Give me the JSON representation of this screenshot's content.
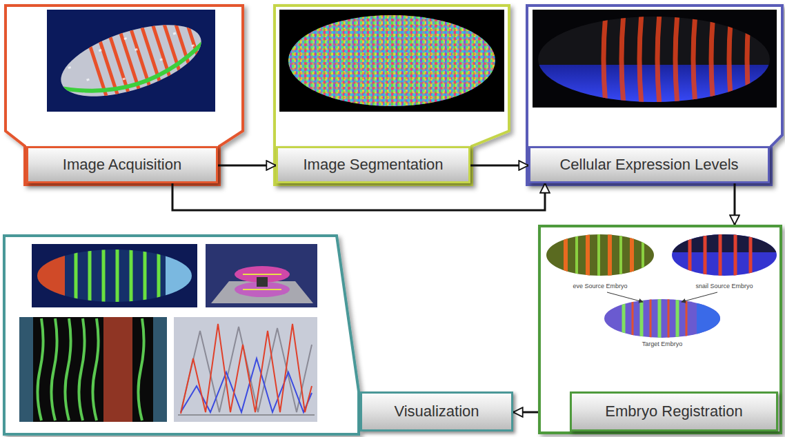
{
  "diagram": {
    "nodes": [
      {
        "text": [
          "Image Acquisition"
        ]
      },
      {
        "text": [
          "Image Segmentation"
        ]
      },
      {
        "text": [
          "Cellular Expression Levels"
        ]
      },
      {
        "text": [
          "Embryo Registration"
        ]
      },
      {
        "text": [
          "Visualization"
        ]
      }
    ],
    "edges": [
      {
        "from": 0,
        "to": 1,
        "arrow": "to"
      },
      {
        "from": 1,
        "to": 2,
        "arrow": "to"
      },
      {
        "from": 0,
        "to": 2,
        "arrow": "to"
      },
      {
        "from": 2,
        "to": 3,
        "arrow": "to"
      },
      {
        "from": 3,
        "to": 4,
        "arrow": "to"
      }
    ],
    "labels": [
      "eve Source Embryo",
      "snail Source Embryo",
      "Target Embryo"
    ]
  }
}
